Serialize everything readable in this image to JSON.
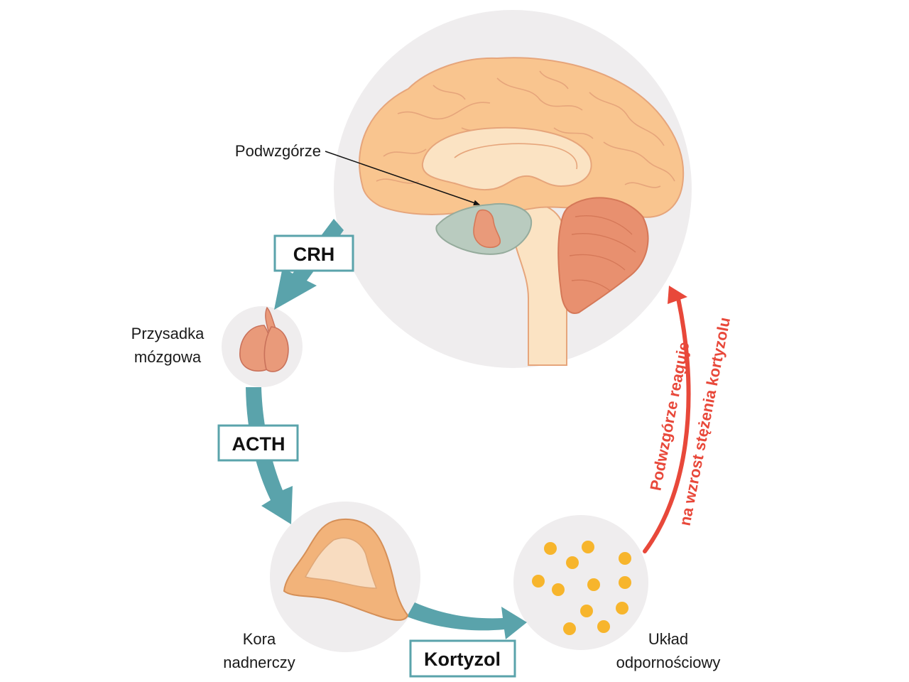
{
  "labels": {
    "hypothalamus": "Podwzgórze",
    "pituitary_line1": "Przysadka",
    "pituitary_line2": "mózgowa",
    "adrenal_line1": "Kora",
    "adrenal_line2": "nadnerczy",
    "immune_line1": "Układ",
    "immune_line2": "odpornościowy"
  },
  "hormones": {
    "crh": "CRH",
    "acth": "ACTH",
    "cortisol": "Kortyzol"
  },
  "feedback": {
    "line1": "Podwzgórze reaguje",
    "line2": "na wzrost stężenia kortyzolu"
  },
  "colors": {
    "circle_bg": "#efedee",
    "brain_cortex": "#f9c58f",
    "brain_inner": "#fbe3c3",
    "cerebellum": "#e8906f",
    "limbic": "#b9cbbf",
    "pituitary": "#e99a7a",
    "flow_arrow": "#5aa3ab",
    "feedback_arrow": "#e8483a",
    "immune_cell": "#f7b52c",
    "adrenal_outer": "#f2b37a",
    "adrenal_inner": "#f8dcc0"
  }
}
